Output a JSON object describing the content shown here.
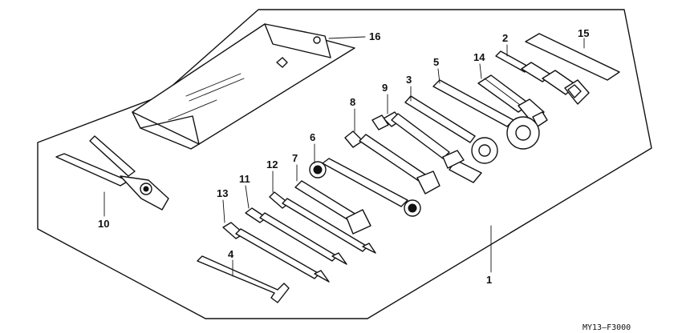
{
  "diagram": {
    "callouts": [
      {
        "id": "c16",
        "label": "16"
      },
      {
        "id": "c2",
        "label": "2"
      },
      {
        "id": "c15",
        "label": "15"
      },
      {
        "id": "c14",
        "label": "14"
      },
      {
        "id": "c5",
        "label": "5"
      },
      {
        "id": "c3",
        "label": "3"
      },
      {
        "id": "c9",
        "label": "9"
      },
      {
        "id": "c8",
        "label": "8"
      },
      {
        "id": "c6",
        "label": "6"
      },
      {
        "id": "c7",
        "label": "7"
      },
      {
        "id": "c12",
        "label": "12"
      },
      {
        "id": "c11",
        "label": "11"
      },
      {
        "id": "c13",
        "label": "13"
      },
      {
        "id": "c10",
        "label": "10"
      },
      {
        "id": "c4",
        "label": "4"
      },
      {
        "id": "c1",
        "label": "1"
      }
    ],
    "diagram_code": "MY13–F3000"
  }
}
